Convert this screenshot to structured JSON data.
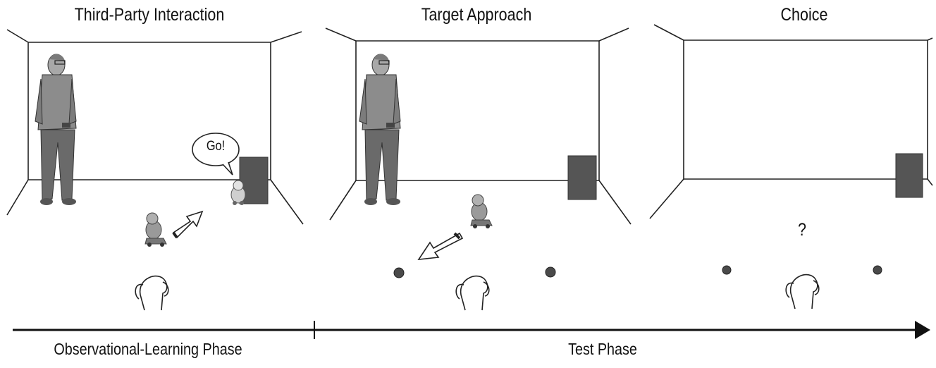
{
  "panels": [
    {
      "title": "Third-Party Interaction"
    },
    {
      "title": "Target Approach"
    },
    {
      "title": "Choice"
    }
  ],
  "speech_bubble": "Go!",
  "choice_marker": "?",
  "timeline": {
    "phases": [
      {
        "label": "Observational-Learning Phase"
      },
      {
        "label": "Test Phase"
      }
    ]
  },
  "colors": {
    "line": "#222222",
    "box": "#555555",
    "person_shirt": "#8c8c8c",
    "person_pants": "#6a6a6a",
    "ball": "#4a4a4a"
  }
}
